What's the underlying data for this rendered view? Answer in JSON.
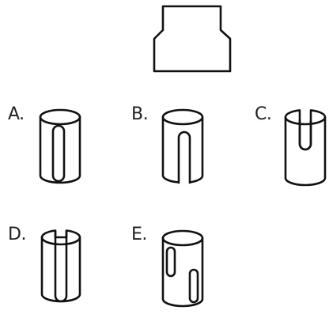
{
  "question": {
    "view_shape": "front-view-profile"
  },
  "options": [
    {
      "letter": "A.",
      "shape": "cylinder-with-closed-vertical-slot"
    },
    {
      "letter": "B.",
      "shape": "cylinder-with-slot-open-at-bottom"
    },
    {
      "letter": "C.",
      "shape": "cylinder-with-u-notch-at-top"
    },
    {
      "letter": "D.",
      "shape": "cylinder-with-deep-u-slot-from-top"
    },
    {
      "letter": "E.",
      "shape": "cylinder-with-two-short-slots"
    }
  ]
}
